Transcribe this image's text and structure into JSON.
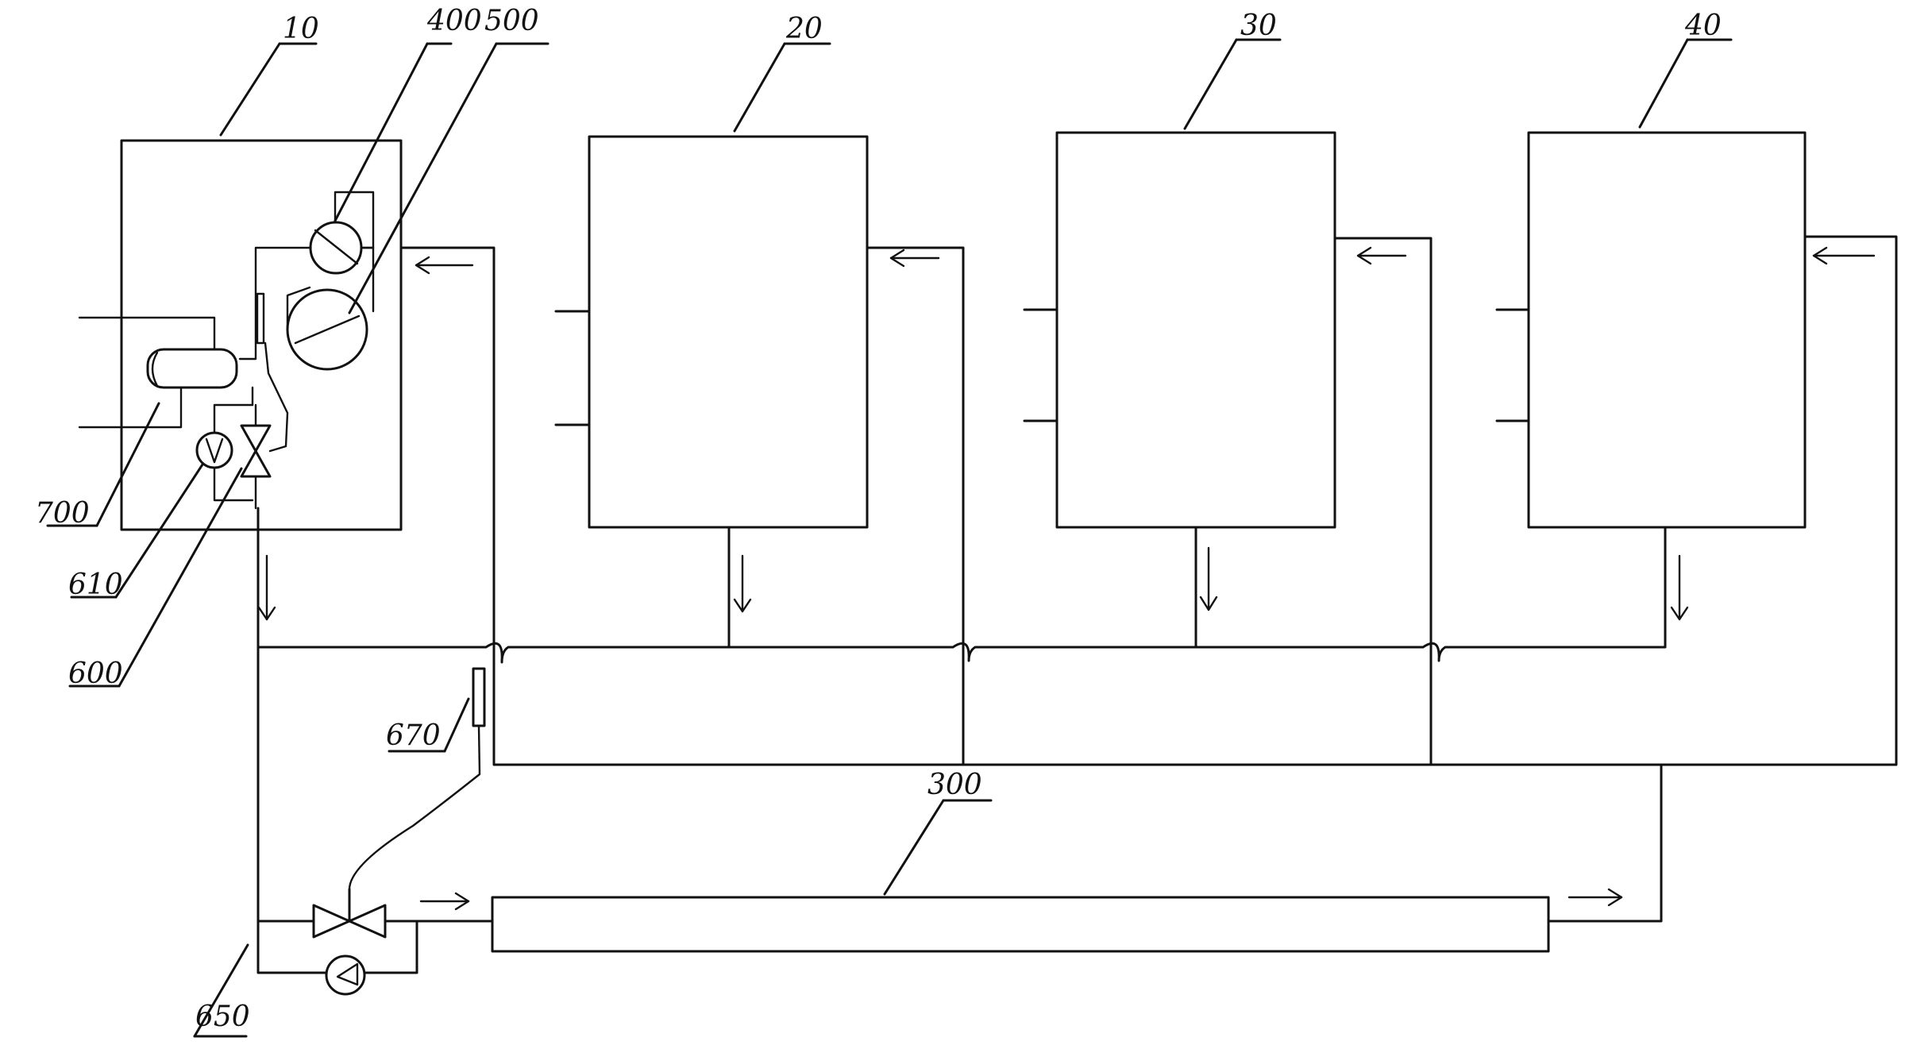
{
  "labels": {
    "unit_10": "10",
    "unit_20": "20",
    "unit_30": "30",
    "unit_40": "40",
    "comp_400": "400",
    "comp_500": "500",
    "comp_700": "700",
    "comp_610": "610",
    "comp_600": "600",
    "comp_670": "670",
    "comp_300": "300",
    "comp_650": "650"
  }
}
